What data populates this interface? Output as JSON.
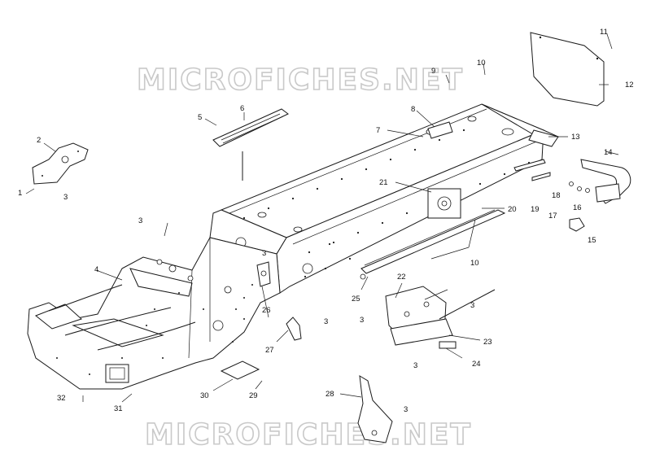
{
  "watermark": {
    "text": "MICROFICHES.NET"
  },
  "callouts": [
    {
      "id": "c1",
      "label": "1"
    },
    {
      "id": "c2",
      "label": "2"
    },
    {
      "id": "c3a",
      "label": "3"
    },
    {
      "id": "c3b",
      "label": "3"
    },
    {
      "id": "c3c",
      "label": "3"
    },
    {
      "id": "c3d",
      "label": "3"
    },
    {
      "id": "c3e",
      "label": "3"
    },
    {
      "id": "c3f",
      "label": "3"
    },
    {
      "id": "c3g",
      "label": "3"
    },
    {
      "id": "c3h",
      "label": "3"
    },
    {
      "id": "c4",
      "label": "4"
    },
    {
      "id": "c5",
      "label": "5"
    },
    {
      "id": "c6",
      "label": "6"
    },
    {
      "id": "c7",
      "label": "7"
    },
    {
      "id": "c8",
      "label": "8"
    },
    {
      "id": "c9",
      "label": "9"
    },
    {
      "id": "c10a",
      "label": "10"
    },
    {
      "id": "c10b",
      "label": "10"
    },
    {
      "id": "c11",
      "label": "11"
    },
    {
      "id": "c12",
      "label": "12"
    },
    {
      "id": "c13",
      "label": "13"
    },
    {
      "id": "c14",
      "label": "14"
    },
    {
      "id": "c15",
      "label": "15"
    },
    {
      "id": "c16",
      "label": "16"
    },
    {
      "id": "c17",
      "label": "17"
    },
    {
      "id": "c18",
      "label": "18"
    },
    {
      "id": "c19",
      "label": "19"
    },
    {
      "id": "c20",
      "label": "20"
    },
    {
      "id": "c21",
      "label": "21"
    },
    {
      "id": "c22",
      "label": "22"
    },
    {
      "id": "c23",
      "label": "23"
    },
    {
      "id": "c24",
      "label": "24"
    },
    {
      "id": "c25",
      "label": "25"
    },
    {
      "id": "c26",
      "label": "26"
    },
    {
      "id": "c27",
      "label": "27"
    },
    {
      "id": "c28",
      "label": "28"
    },
    {
      "id": "c29",
      "label": "29"
    },
    {
      "id": "c30",
      "label": "30"
    },
    {
      "id": "c31",
      "label": "31"
    },
    {
      "id": "c32",
      "label": "32"
    }
  ]
}
